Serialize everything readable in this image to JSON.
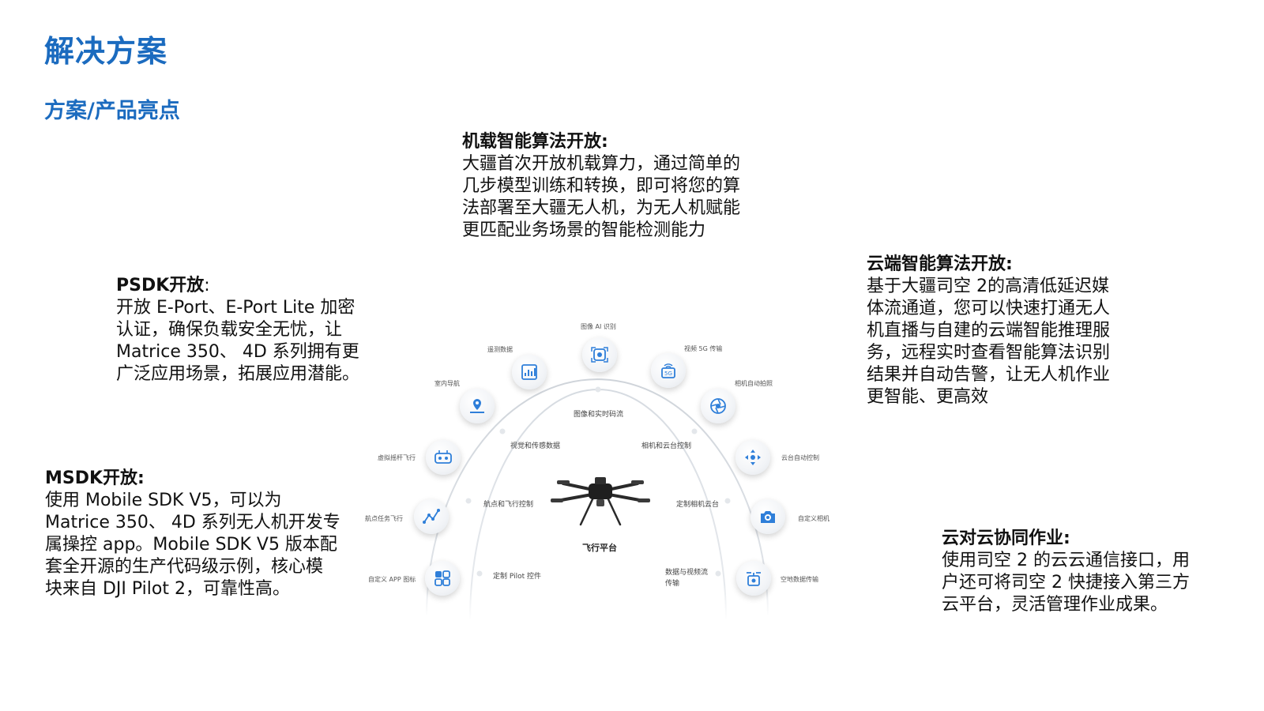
{
  "page": {
    "title": "解决方案",
    "subtitle": "方案/产品亮点"
  },
  "blocks": {
    "onboard": {
      "heading": "机载智能算法开放:",
      "lines": [
        "大疆首次开放机载算力，通过简单的",
        "几步模型训练和转换，即可将您的算",
        "法部署至大疆无人机，为无人机赋能",
        "更匹配业务场景的智能检测能力"
      ]
    },
    "cloud": {
      "heading": "云端智能算法开放:",
      "lines": [
        "基于大疆司空 2的高清低延迟媒",
        "体流通道，您可以快速打通无人",
        "机直播与自建的云端智能推理服",
        "务，远程实时查看智能算法识别",
        "结果并自动告警，让无人机作业",
        "更智能、更高效"
      ]
    },
    "psdk": {
      "heading": "PSDK开放",
      "heading_suffix": ":",
      "lines": [
        "开放 E-Port、E-Port Lite 加密",
        "认证，确保负载安全无忧，让",
        "Matrice 350、 4D 系列拥有更",
        "广泛应用场景，拓展应用潜能。"
      ]
    },
    "msdk": {
      "heading": "MSDK开放:",
      "lines": [
        "使用 Mobile SDK V5，可以为",
        "Matrice 350、 4D 系列无人机开发专",
        "属操控 app。Mobile SDK V5 版本配",
        "套全开源的生产代码级示例，核心模",
        "块来自 DJI Pilot 2，可靠性高。"
      ]
    },
    "c2c": {
      "heading": "云对云协同作业:",
      "lines": [
        "使用司空 2 的云云通信接口，用",
        "户还可将司空 2 快捷接入第三方",
        "云平台，灵活管理作业成果。"
      ]
    }
  },
  "diagram": {
    "center": "飞行平台",
    "accent": "#2f7fd9",
    "nodes": [
      {
        "label": "图像 AI 识别",
        "icon": "ai-recognition-icon"
      },
      {
        "label": "遥测数据",
        "icon": "telemetry-chart-icon"
      },
      {
        "label": "视频 5G 传输",
        "icon": "5g-transmission-icon"
      },
      {
        "label": "室内导航",
        "icon": "indoor-navigation-icon"
      },
      {
        "label": "相机自动拍照",
        "icon": "camera-shutter-icon"
      },
      {
        "label": "虚拟摇杆飞行",
        "icon": "virtual-joystick-icon"
      },
      {
        "label": "云台自动控制",
        "icon": "gimbal-control-icon"
      },
      {
        "label": "航点任务飞行",
        "icon": "waypoint-mission-icon"
      },
      {
        "label": "自定义相机",
        "icon": "custom-camera-icon"
      },
      {
        "label": "自定义 APP 图标",
        "icon": "custom-app-icon"
      },
      {
        "label": "空地数据传输",
        "icon": "air-ground-data-icon"
      }
    ],
    "inner_labels": [
      "图像和实时码流",
      "视觉和传感数据",
      "相机和云台控制",
      "航点和飞行控制",
      "定制相机云台",
      "定制 Pilot 控件",
      "数据与视频流",
      "传输"
    ]
  }
}
